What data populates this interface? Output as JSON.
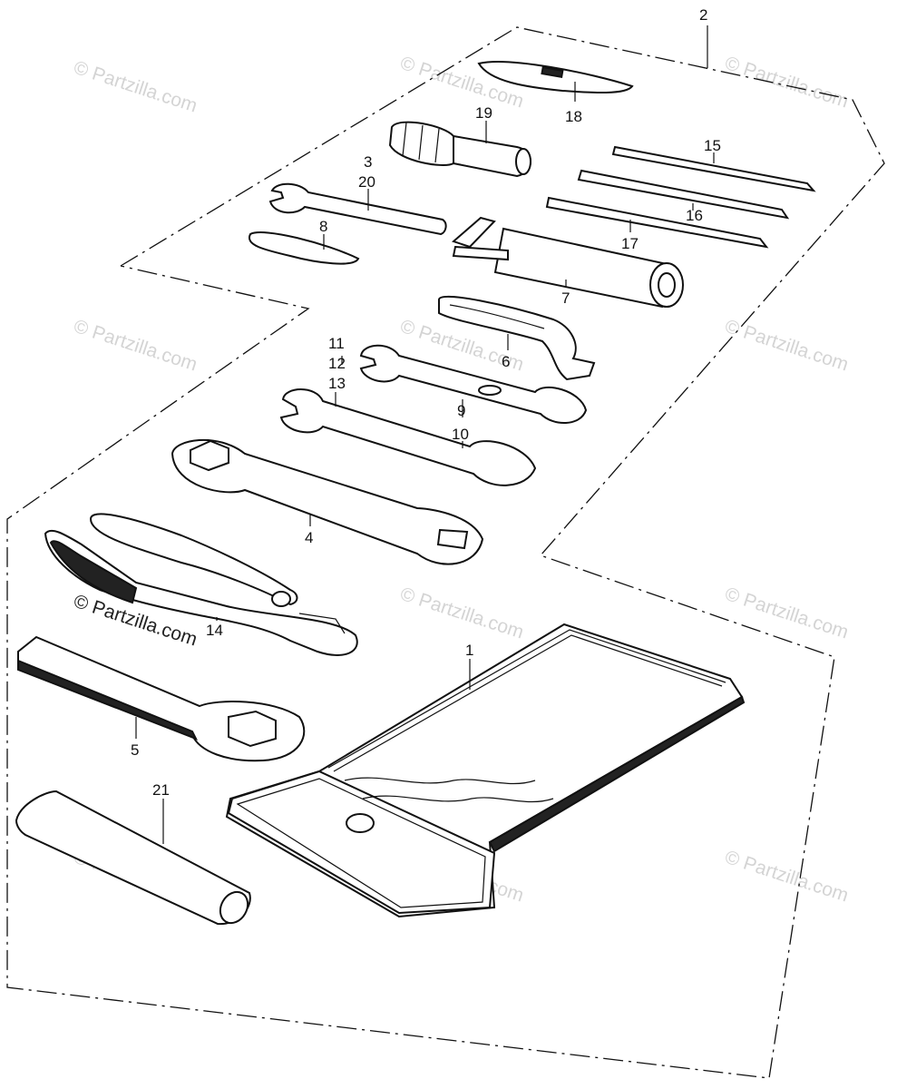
{
  "watermark_text": "© Partzilla.com",
  "callouts": [
    {
      "key": "c2",
      "text": "2"
    },
    {
      "key": "c18",
      "text": "18"
    },
    {
      "key": "c19",
      "text": "19"
    },
    {
      "key": "c15",
      "text": "15"
    },
    {
      "key": "c3",
      "text": "3"
    },
    {
      "key": "c20",
      "text": "20"
    },
    {
      "key": "c16",
      "text": "16"
    },
    {
      "key": "c8",
      "text": "8"
    },
    {
      "key": "c17",
      "text": "17"
    },
    {
      "key": "c7",
      "text": "7"
    },
    {
      "key": "c6",
      "text": "6"
    },
    {
      "key": "c11",
      "text": "11"
    },
    {
      "key": "c12",
      "text": "12"
    },
    {
      "key": "c13",
      "text": "13"
    },
    {
      "key": "c9",
      "text": "9"
    },
    {
      "key": "c10",
      "text": "10"
    },
    {
      "key": "c4",
      "text": "4"
    },
    {
      "key": "c14",
      "text": "14"
    },
    {
      "key": "c1",
      "text": "1"
    },
    {
      "key": "c5",
      "text": "5"
    },
    {
      "key": "c21",
      "text": "21"
    }
  ]
}
